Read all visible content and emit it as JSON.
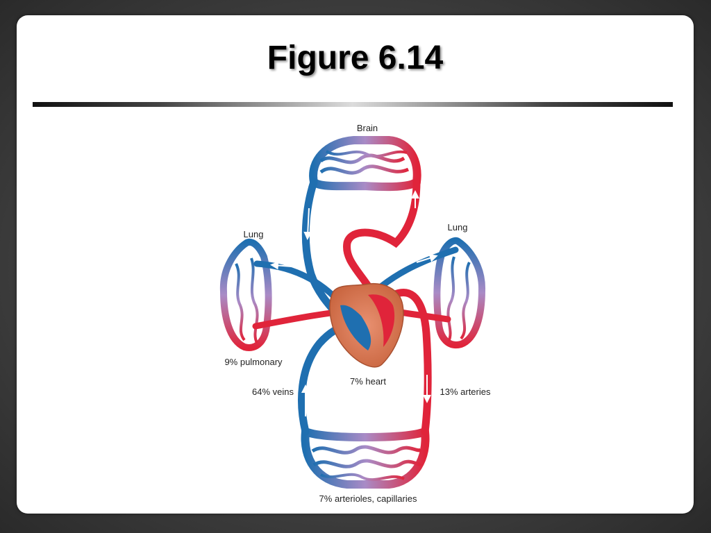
{
  "slide": {
    "title": "Figure 6.14"
  },
  "diagram": {
    "labels": {
      "brain": "Brain",
      "lung_left": "Lung",
      "lung_right": "Lung",
      "pulmonary": "9% pulmonary",
      "veins": "64% veins",
      "heart": "7% heart",
      "arteries": "13% arteries",
      "capillaries": "7% arterioles, capillaries"
    },
    "colors": {
      "venous": "#1f6fb0",
      "arterial": "#e0243a",
      "capillary": "#9b8cc8",
      "heart_muscle": "#d9805a"
    }
  }
}
